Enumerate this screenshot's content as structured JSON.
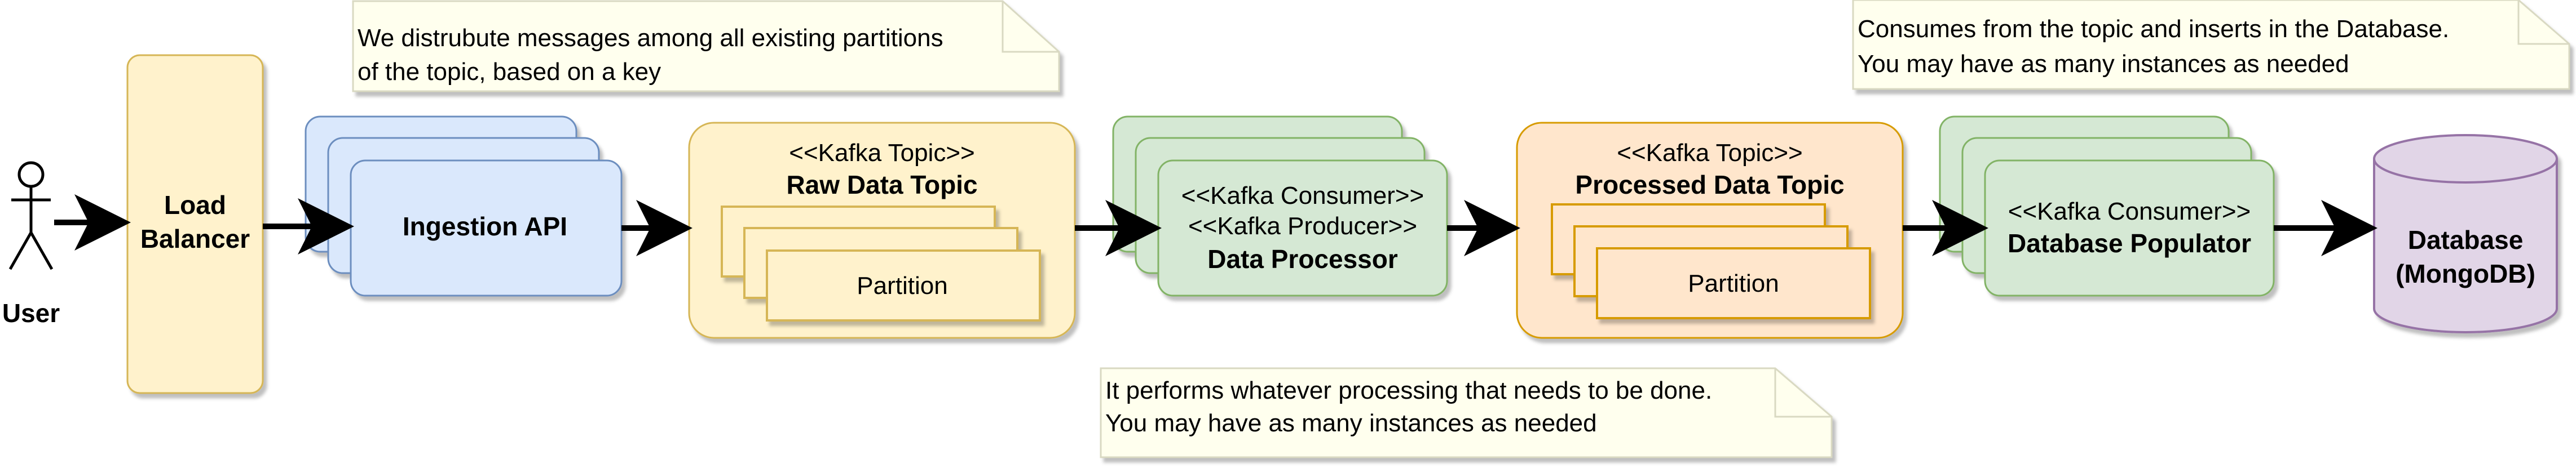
{
  "actor": {
    "label": "User"
  },
  "load_balancer": {
    "line1": "Load",
    "line2": "Balancer"
  },
  "ingestion_api": {
    "label": "Ingestion API"
  },
  "raw_topic": {
    "stereotype": "<<Kafka Topic>>",
    "name": "Raw Data Topic",
    "partition_label": "Partition"
  },
  "data_processor": {
    "stereotype1": "<<Kafka Consumer>>",
    "stereotype2": "<<Kafka Producer>>",
    "name": "Data Processor"
  },
  "processed_topic": {
    "stereotype": "<<Kafka Topic>>",
    "name": "Processed Data Topic",
    "partition_label": "Partition"
  },
  "db_populator": {
    "stereotype": "<<Kafka Consumer>>",
    "name": "Database Populator"
  },
  "database": {
    "line1": "Database",
    "line2": "(MongoDB)"
  },
  "notes": {
    "ingestion": {
      "line1": "We distrubute messages among all existing partitions",
      "line2": "of the topic, based on a key"
    },
    "processor": {
      "line1": "It performs whatever processing that needs to be done.",
      "line2": "You may have as many instances as needed"
    },
    "populator": {
      "line1": "Consumes from the topic and inserts in the Database.",
      "line2": "You may have as many instances as needed"
    }
  },
  "colors": {
    "yellow_fill": "#fff2cc",
    "yellow_stroke": "#d6b656",
    "blue_fill": "#dae8fc",
    "blue_stroke": "#6c8ebf",
    "green_fill": "#d5e8d4",
    "green_stroke": "#82b366",
    "orange_fill": "#ffe6cc",
    "orange_stroke": "#d79b00",
    "purple_fill": "#e1d5e7",
    "purple_stroke": "#9673a6",
    "note_fill": "#ffffee"
  }
}
